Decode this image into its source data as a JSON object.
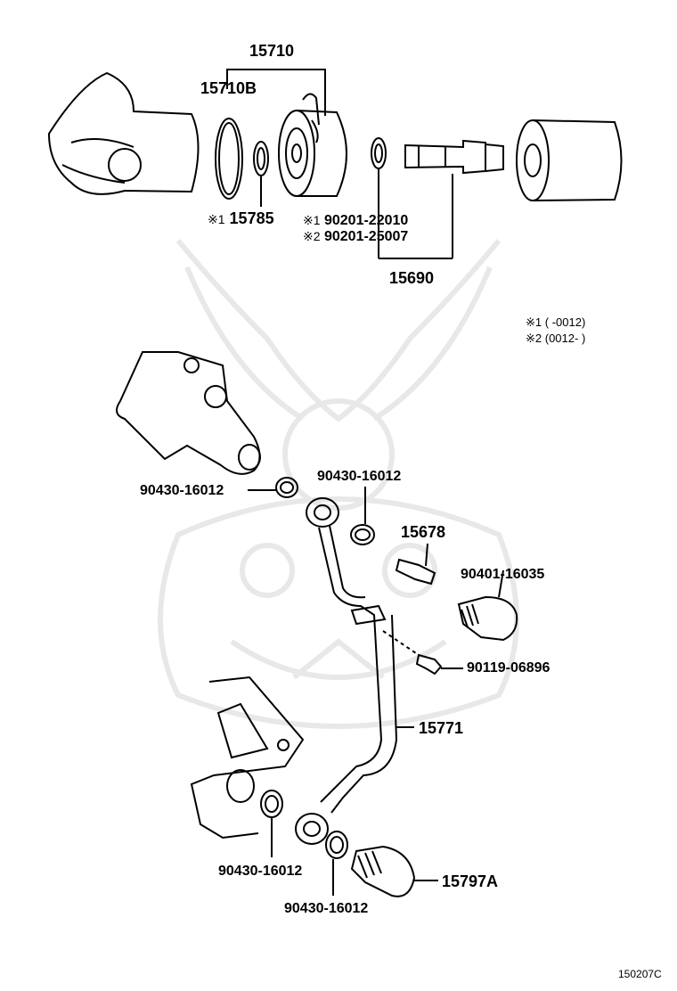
{
  "diagram": {
    "parts_top": {
      "p15710": "15710",
      "p15710b": "15710B",
      "p15785_mark": "※1",
      "p15785": "15785",
      "p90201_a_mark": "※1",
      "p90201_a": "90201-22010",
      "p90201_b_mark": "※2",
      "p90201_b": "90201-25007",
      "p15690": "15690"
    },
    "notes": {
      "n1_mark": "※1",
      "n1_text": "(        -0012)",
      "n2_mark": "※2",
      "n2_text": "(0012-        )"
    },
    "parts_bottom": {
      "gasket_left": "90430-16012",
      "gasket_mid": "90430-16012",
      "p15678": "15678",
      "p90401": "90401-16035",
      "p90119": "90119-06896",
      "p15771": "15771",
      "gasket_low_left": "90430-16012",
      "gasket_low_mid": "90430-16012",
      "p15797a": "15797A"
    },
    "diagram_code": "150207C"
  }
}
